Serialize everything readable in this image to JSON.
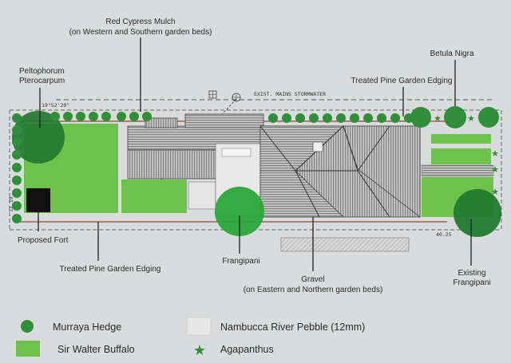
{
  "labels": {
    "mulch_line1": "Red Cypress Mulch",
    "mulch_line2": "(on Western and Southern garden beds)",
    "betula": "Betula Nigra",
    "peltophorum_line1": "Peltophorum",
    "peltophorum_line2": "Pterocarpum",
    "treated_pine_top": "Treated Pine Garden Edging",
    "stormwater": "EXIST. MAINS STORMWATER",
    "bearing": "19°52'20\"",
    "proposed_fort": "Proposed Fort",
    "treated_pine_bottom": "Treated Pine Garden Edging",
    "frangipani": "Frangipani",
    "gravel_line1": "Gravel",
    "gravel_line2": "(on Eastern and Northern garden beds)",
    "existing_frangipani_line1": "Existing",
    "existing_frangipani_line2": "Frangipani",
    "dimension_right": "40.25",
    "dimension_left": "12.19"
  },
  "legend": [
    {
      "label": "Murraya Hedge",
      "icon": "circle"
    },
    {
      "label": "Nambucca River Pebble (12mm)",
      "icon": "pebble-swatch"
    },
    {
      "label": "Sir Walter Buffalo",
      "icon": "grass-swatch"
    },
    {
      "label": "Agapanthus",
      "icon": "star"
    }
  ],
  "colors": {
    "background": "#d9dbdc",
    "hedge": "#2f8f3a",
    "grass": "#6cc24a",
    "dark_green": "#237a2e",
    "roof": "#8a8a8a"
  }
}
